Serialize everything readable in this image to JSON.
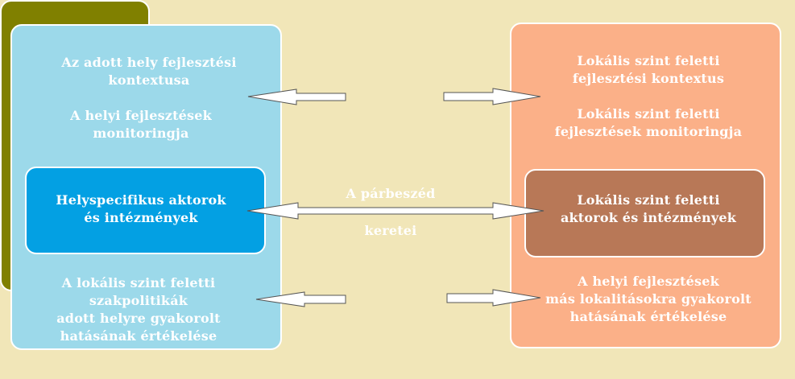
{
  "left": {
    "text1": "Az adott hely fejlesztési\nkontextusa",
    "text2": "A helyi fejlesztések\nmonitoringja",
    "box_text": "Helyspecifikus aktorok\nés intézmények",
    "text3": "A lokális szint feletti szakpolitikák\nadott helyre gyakorolt\nhatásának értékelése"
  },
  "center": {
    "line1": "A párbeszéd",
    "line2": "keretei"
  },
  "right": {
    "text1": "Lokális szint feletti\nfejlesztési kontextus",
    "text2": "Lokális szint feletti\nfejlesztések monitoringja",
    "box_text": "Lokális szint feletti\naktorok és intézmények",
    "text3": "A helyi fejlesztések\nmás lokalitásokra gyakorolt\nhatásának értékelése"
  },
  "colors": {
    "background": "#f1e6b8",
    "left_panel": "#9cd9ea",
    "left_box": "#03a0e3",
    "center_panel": "#808000",
    "right_panel": "#fbb088",
    "right_box": "#b87857"
  }
}
